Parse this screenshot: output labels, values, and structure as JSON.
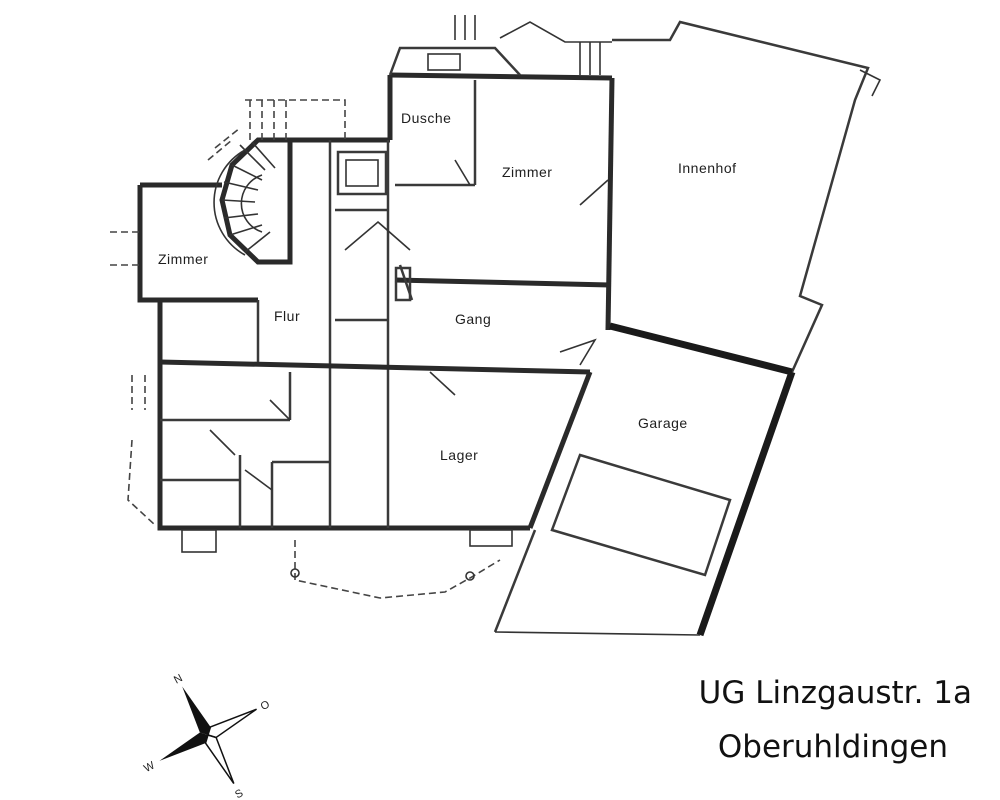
{
  "rooms": {
    "dusche": "Dusche",
    "zimmer_east": "Zimmer",
    "innenhof": "Innenhof",
    "zimmer_west": "Zimmer",
    "flur": "Flur",
    "gang": "Gang",
    "garage": "Garage",
    "lager": "Lager"
  },
  "compass": {
    "north": "N",
    "east": "O",
    "south": "S",
    "west": "W"
  },
  "caption": {
    "line1": "UG Linzgaustr. 1a",
    "line2": "Oberuhldingen"
  }
}
